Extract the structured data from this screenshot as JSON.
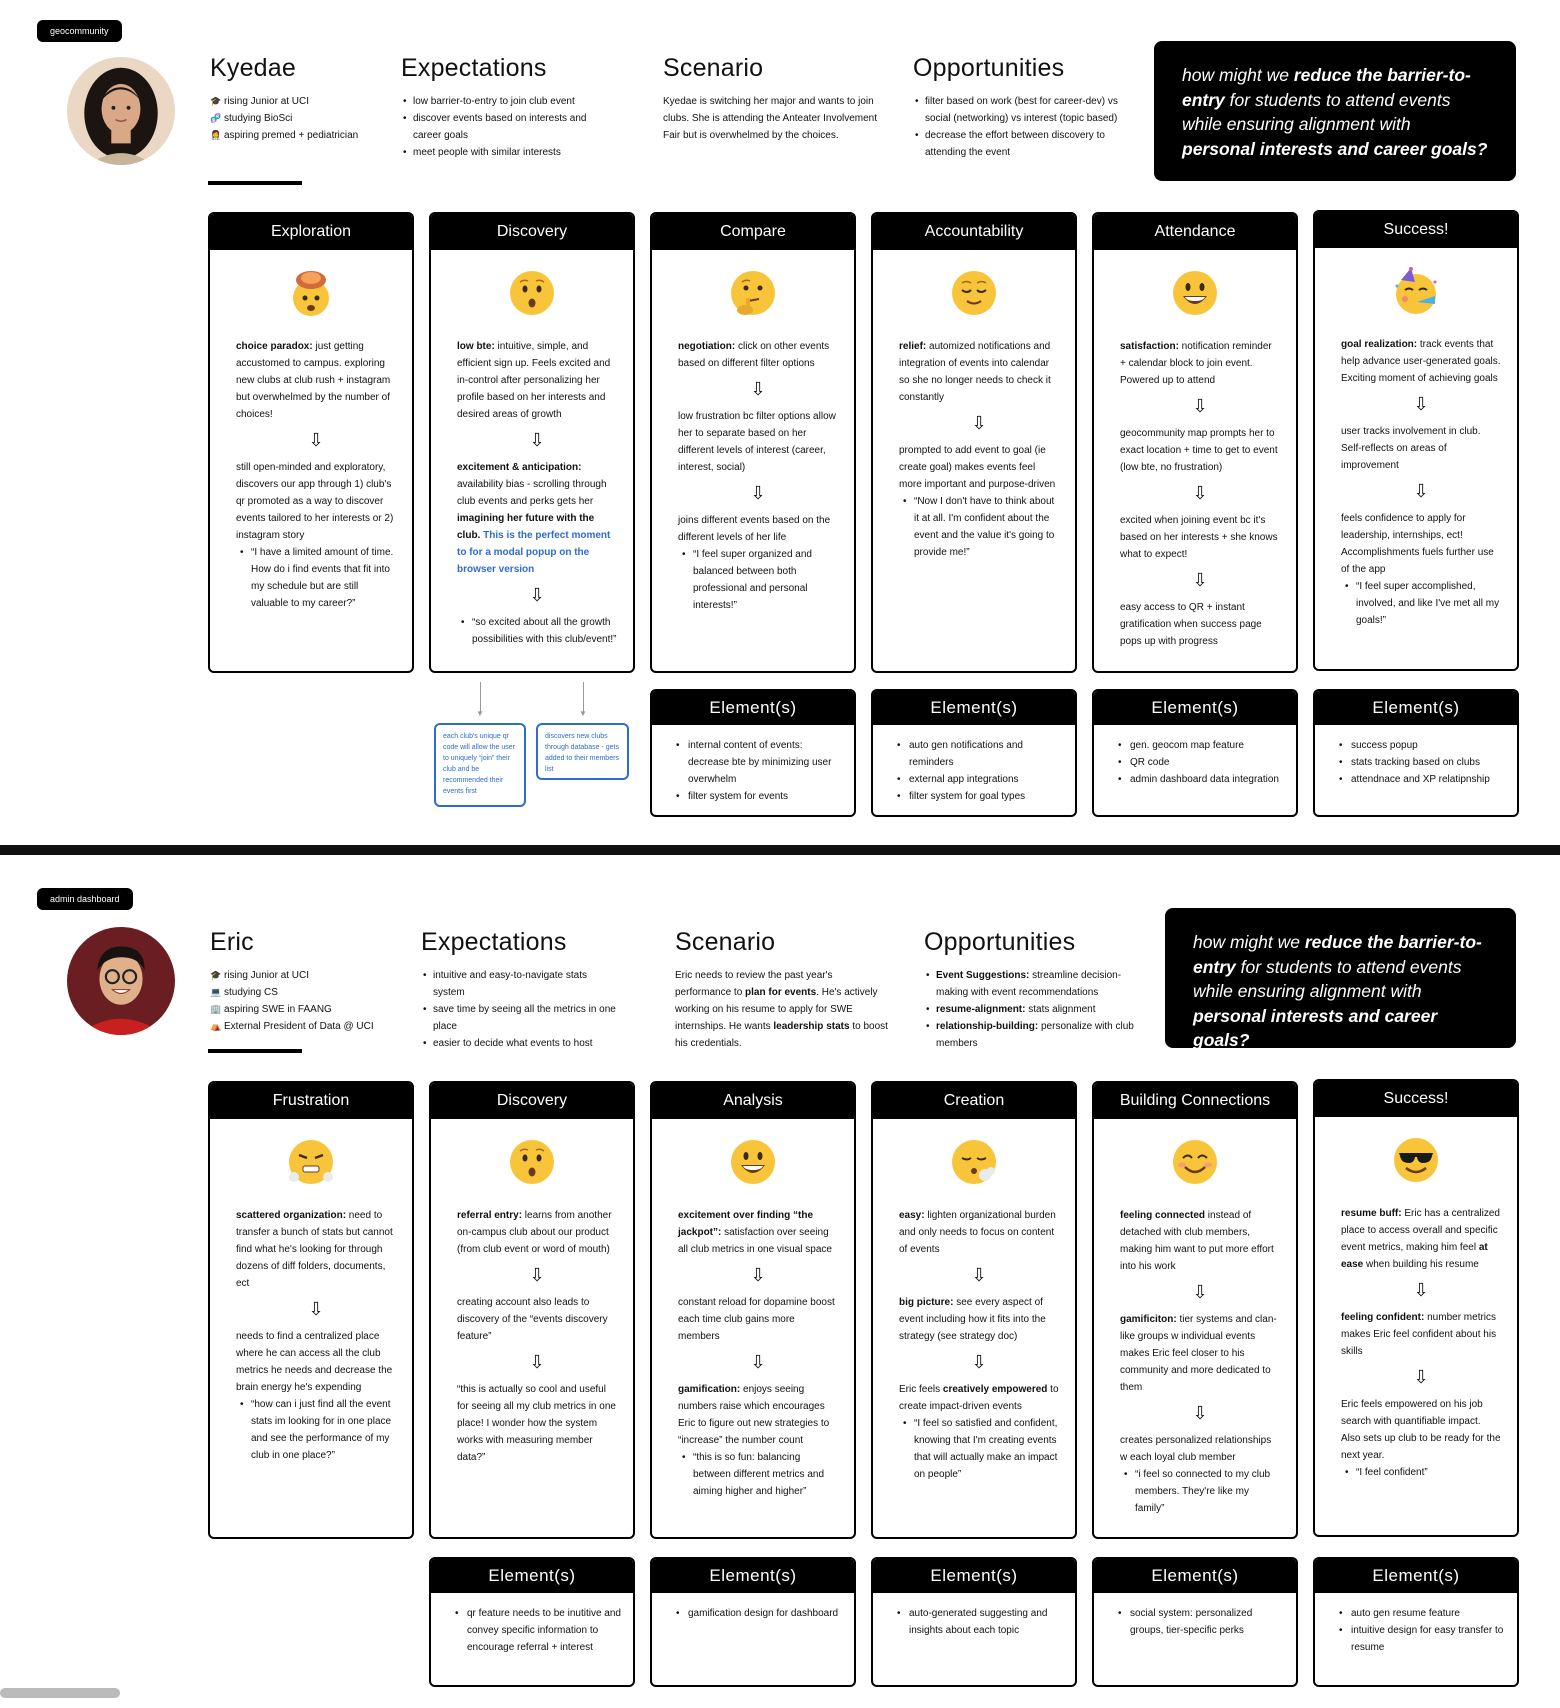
{
  "hmw": {
    "pre": "how might we ",
    "bold1": "reduce the barrier-to-entry",
    "mid": " for students to attend events while ensuring alignment with ",
    "bold2": "personal interests and career goals?"
  },
  "elements_heading": "Element(s)",
  "persona1": {
    "tag": "geocommunity",
    "name": "Kyedae",
    "profile": [
      {
        "icon": "graduation-cap-icon",
        "text": "rising Junior at UCI"
      },
      {
        "icon": "dna-icon",
        "text": "studying BioSci"
      },
      {
        "icon": "doctor-icon",
        "text": "aspiring premed + pediatrician"
      }
    ],
    "expectations_title": "Expectations",
    "expectations": [
      "low barrier-to-entry to join club event",
      "discover events based on interests and career goals",
      "meet people with similar interests"
    ],
    "scenario_title": "Scenario",
    "scenario": "Kyedae is switching her major and wants to join clubs. She is attending the Anteater Involvement Fair but is overwhelmed by the choices.",
    "opportunities_title": "Opportunities",
    "opportunities": [
      "filter based on work (best for career-dev) vs social (networking) vs interest (topic based)",
      "decrease the effort between discovery to attending the event"
    ],
    "stages": [
      {
        "title": "Exploration",
        "emoji": "exploding-head-emoji",
        "lead_bold": "choice paradox:",
        "lead": " just getting accustomed to campus. exploring new clubs at club rush + instagram but overwhelmed by the number of choices!",
        "steps": [
          "still open-minded and exploratory, discovers our app through 1) club's qr promoted as a way to discover events tailored to her interests or 2) instagram story"
        ],
        "quote": "“I have a limited amount of time. How do i find events that fit into my schedule but are still valuable to my career?”"
      },
      {
        "title": "Discovery",
        "emoji": "hushed-face-emoji",
        "lead_bold": "low bte:",
        "lead": " intuitive, simple, and efficient sign up. Feels excited and in-control after personalizing her profile based on her interests and desired areas of growth",
        "step2_bold": "excitement & anticipation:",
        "step2_a": " availability bias - scrolling through club events and perks gets her ",
        "step2_b": "imagining her future with the club.",
        "step2_blue": " This is the perfect moment to for a modal popup on the browser version",
        "quote": "“so excited about all the growth possibilities with this club/event!”"
      },
      {
        "title": "Compare",
        "emoji": "thinking-face-emoji",
        "lead_bold": "negotiation:",
        "lead": " click on other events based on different filter options",
        "steps": [
          "low frustration bc filter options allow her to separate based on her different levels of interest (career, interest, social)",
          "joins different events based on the different levels of her life"
        ],
        "quote": "“I feel super organized and balanced between both professional and personal interests!”"
      },
      {
        "title": "Accountability",
        "emoji": "relieved-face-emoji",
        "lead_bold": "relief:",
        "lead": " automized notifications and integration of events into calendar so she no longer needs to check it constantly",
        "steps": [
          "prompted to add event to goal (ie create goal) makes events feel more important and purpose-driven"
        ],
        "quote": "“Now I don't have to think about it at all. I'm confident about the event and the value it's going to provide me!”"
      },
      {
        "title": "Attendance",
        "emoji": "grinning-face-emoji",
        "lead_bold": "satisfaction:",
        "lead": " notification reminder + calendar block to join event. Powered up to attend",
        "steps": [
          "geocommunity map prompts her to exact location + time to get to event (low bte, no frustration)",
          "excited when joining event bc it's based on her interests + she knows what to expect!",
          "easy access to QR + instant gratification when success page pops up with progress"
        ],
        "quote": ""
      },
      {
        "title": "Success!",
        "emoji": "partying-face-emoji",
        "lead_bold": "goal realization:",
        "lead": " track events that help advance user-generated goals. Exciting moment of achieving goals",
        "steps": [
          "user tracks involvement in club. Self-reflects on areas of improvement",
          "feels confidence to apply for leadership, internships, ect! Accomplishments fuels further use of the app"
        ],
        "quote": "“I feel super accomplished, involved, and like I've met all my goals!”"
      }
    ],
    "notes": [
      "each club's unique qr code will allow the user to uniquely “join” their club and be recommended their events first",
      "discovers new clubs through database - gets added to their members list"
    ],
    "elements": [
      [
        "internal content of events: decrease bte by minimizing user overwhelm",
        "filter system for events"
      ],
      [
        "auto gen notifications and reminders",
        "external app integrations",
        "filter system for goal types"
      ],
      [
        "gen. geocom map feature",
        "QR code",
        "admin dashboard data integration"
      ],
      [
        "success popup",
        "stats tracking based on clubs",
        "attendnace and XP relatipnship"
      ]
    ]
  },
  "persona2": {
    "tag": "admin dashboard",
    "name": "Eric",
    "profile": [
      {
        "icon": "graduation-cap-icon",
        "text": "rising Junior at UCI"
      },
      {
        "icon": "laptop-icon",
        "text": "studying CS"
      },
      {
        "icon": "building-icon",
        "text": "aspiring SWE in FAANG"
      },
      {
        "icon": "tent-icon",
        "text": "External President of Data @ UCI"
      }
    ],
    "expectations_title": "Expectations",
    "expectations": [
      "intuitive and easy-to-navigate stats system",
      "save time by seeing all the metrics in one place",
      "easier to decide what events to host"
    ],
    "scenario_title": "Scenario",
    "scenario_parts": [
      {
        "t": "Eric needs to review the past year's performance to ",
        "b": false
      },
      {
        "t": "plan for events",
        "b": true
      },
      {
        "t": ". He's actively working on his resume to apply for SWE internships. He wants ",
        "b": false
      },
      {
        "t": "leadership stats",
        "b": true
      },
      {
        "t": " to boost his credentials.",
        "b": false
      }
    ],
    "opportunities_title": "Opportunities",
    "opportunities": [
      {
        "b": "Event Suggestions:",
        "t": " streamline decision-making with event recommendations"
      },
      {
        "b": "resume-alignment:",
        "t": " stats alignment"
      },
      {
        "b": "relationship-building:",
        "t": " personalize with club members"
      }
    ],
    "stages": [
      {
        "title": "Frustration",
        "emoji": "steaming-face-emoji",
        "lead_bold": "scattered organization:",
        "lead": " need to transfer a bunch of stats but cannot find what he's looking for through dozens of diff folders, documents, ect",
        "steps": [
          "needs to find a centralized place where he can access all the club metrics he needs and decrease the brain energy he's expending"
        ],
        "quote": "“how can i just find all the event stats im looking for in one place and see the performance of my club in one place?”"
      },
      {
        "title": "Discovery",
        "emoji": "hushed-face-emoji",
        "lead_bold": "referral entry:",
        "lead": " learns from another on-campus club about our product (from club event or word of mouth)",
        "steps": [
          "creating account also leads to discovery of the “events discovery feature”",
          "“this is actually so cool and useful for seeing all my club metrics in one place! I wonder how the system works with measuring member data?”"
        ],
        "quote": ""
      },
      {
        "title": "Analysis",
        "emoji": "grinning-face-emoji",
        "lead_bold": "excitement over finding  “the jackpot”:",
        "lead": " satisfaction over seeing all club metrics in one visual space",
        "steps": [
          "constant reload for dopamine boost each time club gains more members"
        ],
        "step_bold": "gamification:",
        "step_tail": " enjoys seeing numbers raise which encourages Eric to figure out new strategies to “increase” the number count",
        "quote": "“this is so fun: balancing between different metrics and aiming higher and higher”"
      },
      {
        "title": "Creation",
        "emoji": "exhaling-face-emoji",
        "lead_bold": "easy:",
        "lead": " lighten organizational burden and only needs to focus on content of events",
        "step_bold": "big picture:",
        "step_tail": " see every aspect of event including how it fits into the strategy (see strategy doc)",
        "step3_a": "Eric feels ",
        "step3_b": "creatively empowered",
        "step3_c": " to create impact-driven events",
        "quote": "“I feel so satisfied and confident, knowing that I'm creating events that will actually make an impact on people”"
      },
      {
        "title": "Building Connections",
        "emoji": "smiling-face-emoji",
        "lead_bold": "feeling connected",
        "lead": " instead of detached with club members, making him want to put more effort into his work",
        "step_bold": "gamificiton:",
        "step_tail": " tier systems and clan-like groups w individual events makes Eric feel closer to his community and more dedicated to them",
        "steps": [
          "creates personalized relationships w each loyal club member"
        ],
        "quote": "“i feel so connected to my club members. They're like my family”"
      },
      {
        "title": "Success!",
        "emoji": "sunglasses-face-emoji",
        "lead_bold": "resume buff:",
        "lead": " Eric has a centralized place to access overall and specific event metrics, making him feel ",
        "lead_bold2": "at ease",
        "lead_tail": " when building his resume",
        "step_bold": "feeling confident:",
        "step_tail": " number metrics makes Eric feel confident about his skills",
        "steps": [
          "Eric feels empowered on his job search with quantifiable impact. Also sets up club to be ready for the next year."
        ],
        "quote": "“I feel confident”"
      }
    ],
    "elements": [
      [
        "qr feature needs to be inutitive and convey specific information to encourage referral + interest"
      ],
      [
        "gamification design for dashboard"
      ],
      [
        "auto-generated suggesting and insights about each topic"
      ],
      [
        "social system: personalized groups, tier-specific perks"
      ],
      [
        "auto gen resume feature",
        "intuitive design for easy transfer to resume"
      ]
    ]
  },
  "colors": {
    "black": "#000000",
    "blue_accent": "#2f6ccb",
    "emoji_yellow": "#f8c43a"
  }
}
